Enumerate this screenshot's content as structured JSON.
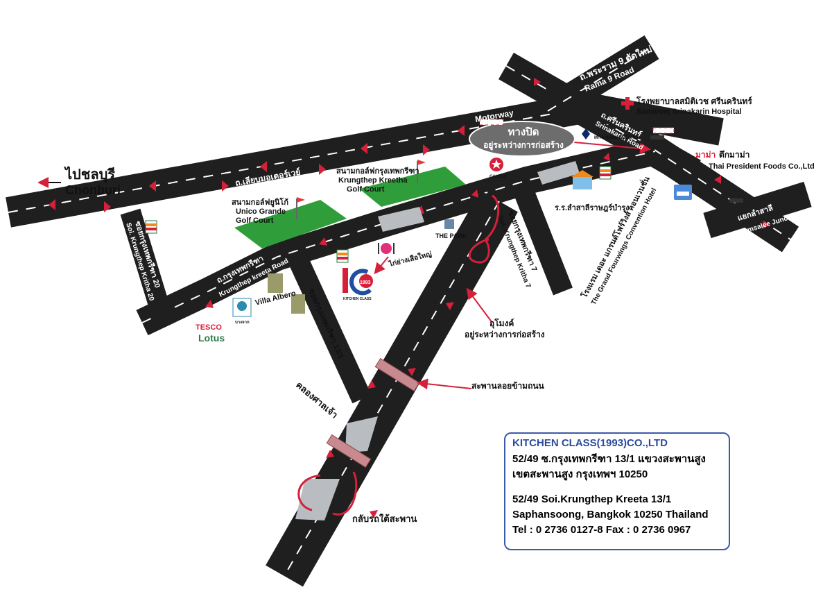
{
  "colors": {
    "road": "#1f1f1f",
    "lane": "#ffffff",
    "arrow": "#d6203a",
    "golf": "#2f9e3a",
    "bridge": "#c98a8f",
    "closed_box": "#6d6d6d",
    "info_border": "#3c5aa8",
    "company_text": "#2a4a9c"
  },
  "labels": {
    "to_chonburi_th": "ไปชลบุรี",
    "to_chonburi_en": "Chonburi",
    "rama9_th": "ถ.พระราม 9 ตัดใหม่",
    "rama9_en": "Rama 9 Road",
    "motorway_th": "มอเตอร์เวย์",
    "motorway_en": "Motorway",
    "hospital_th": "โรงพยาบาลสมิติเวช ศรีนครินทร์",
    "hospital_en": "Samitivej Srinakarin Hospital",
    "srinakarin_th": "ถ.ศรีนครินทร์",
    "srinakarin_en": "Srinakarin Road",
    "closed_line1": "ทางปิด",
    "closed_line2": "อยู่ระหว่างการก่อสร้าง",
    "tpf_logo": "มาม่า",
    "tpf_th": "ตึกมาม่า",
    "tpf_en": "Thai President Foods Co.,Ltd",
    "side_road_th": "ถ.เลียบมอเตอร์เวย์",
    "golf1_th": "สนามกอล์ฟยูนิโก้",
    "golf1_en1": "Unico Grande",
    "golf1_en2": "Golf Court",
    "golf2_th": "สนามกอล์ฟกรุงเทพกรีฑา",
    "golf2_en1": "Krungthep Kreetha",
    "golf2_en2": "Golf Court",
    "caltex": "CALTEX",
    "school": "ร.ร.ลำสาลีราษฎร์บำรุง",
    "mitsubishi": "MITSUBISHI ELECTRIC",
    "lamsalee_th": "แยกลำสาลี",
    "lamsalee_en": "Lamsalee Junction",
    "soi20_th": "ซอยกรุงเทพกรีฑา 20",
    "soi20_en": "Soi. Krungthep Kritha 20",
    "kk_road_th": "ถ.กรุงเทพกรีฑา",
    "kk_road_en": "Krungthep kreeta Road",
    "soi7_th": "ซอยกรุงเทพกรีฑา 7",
    "soi7_en": "Soi. Krungthep Kritha 7",
    "hotel_th": "โรงแรม เดอะ แกรนด์โฟร์วิงส์ คอนเวนชั่น",
    "hotel_en": "The Grand Fourwings Convention Hotel",
    "the_park": "THE PARK",
    "restaurant": "ไก่ย่างเสือใหญ่",
    "villa_albero": "Villa Albero",
    "tesco1": "TESCO",
    "tesco2": "Lotus",
    "bank": "บางจาก",
    "soi13_th": "ซอยกรุงเทพกรีฑา 13/1",
    "tunnel_th1": "อุโมงค์",
    "tunnel_th2": "อยู่ระหว่างการก่อสร้าง",
    "overpass_th": "สะพานลอยข้ามถนน",
    "canal_th": "คลองศาลเจ้า",
    "uturn_th": "กลับรถใต้สะพาน",
    "kc_badge": "1993",
    "kc_logo": "KITCHEN CLASS"
  },
  "info": {
    "company": "KITCHEN CLASS(1993)CO.,LTD",
    "th_line1": "52/49 ซ.กรุงเทพกรีฑา 13/1 แขวงสะพานสูง",
    "th_line2": "เขตสะพานสูง กรุงเทพฯ 10250",
    "en_line1": "52/49 Soi.Krungthep Kreeta 13/1",
    "en_line2": "Saphansoong, Bangkok 10250 Thailand",
    "contact": "Tel : 0 2736 0127-8 Fax : 0 2736 0967"
  }
}
